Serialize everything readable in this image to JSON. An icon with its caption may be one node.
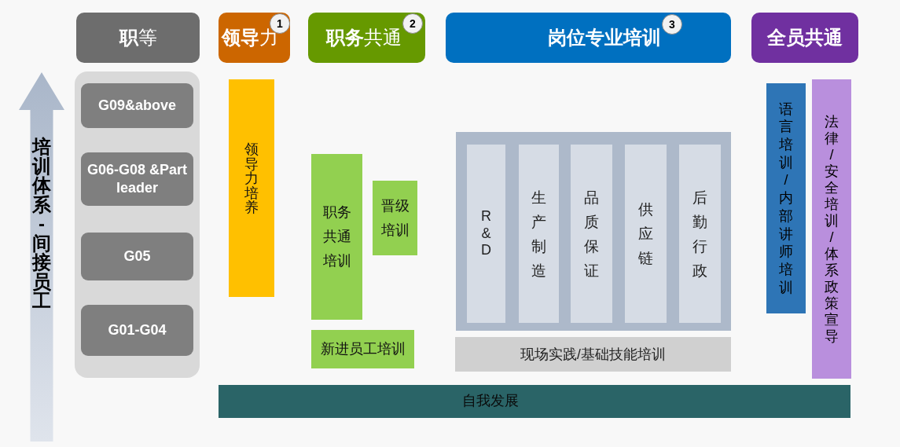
{
  "diagram": {
    "nodes": [
      {
        "text": [
          "**职**等"
        ]
      },
      {
        "text": [
          "**领导**力"
        ]
      },
      {
        "text": [
          "1"
        ],
        "in": 1
      },
      {
        "text": [
          "**职务**共通"
        ]
      },
      {
        "text": [
          "2"
        ],
        "in": 3
      },
      {
        "text": [
          "岗位专业培训"
        ]
      },
      {
        "text": [
          "3"
        ],
        "in": 5
      },
      {
        "text": [
          "全员共通"
        ]
      },
      {
        "text": [
          "培训体系-间接员工"
        ]
      },
      {
        "text": [],
        "shape": "box"
      },
      {
        "text": [
          "G09&above"
        ],
        "in": 9
      },
      {
        "text": [
          "G06-G08 &Part leader"
        ],
        "in": 9
      },
      {
        "text": [
          "G05"
        ],
        "in": 9
      },
      {
        "text": [
          "G01-G04"
        ],
        "in": 9
      },
      {
        "text": [
          "领导力培养"
        ]
      },
      {
        "text": [
          "职务共通培训"
        ]
      },
      {
        "text": [
          "晋级培训"
        ]
      },
      {
        "text": [
          "新进员工培训"
        ]
      },
      {
        "text": [],
        "shape": "box"
      },
      {
        "text": [
          "R&D"
        ],
        "in": 18
      },
      {
        "text": [
          "生产制造"
        ],
        "in": 18
      },
      {
        "text": [
          "品质保证"
        ],
        "in": 18
      },
      {
        "text": [
          "供应链"
        ],
        "in": 18
      },
      {
        "text": [
          "后勤行政"
        ],
        "in": 18
      },
      {
        "text": [
          "现场实践/基础技能培训"
        ]
      },
      {
        "text": [
          "语言培训/内部讲师培训"
        ]
      },
      {
        "text": [
          "法律/安全培训/体系政策宣导"
        ]
      },
      {
        "text": [
          "自我发展"
        ]
      }
    ]
  }
}
